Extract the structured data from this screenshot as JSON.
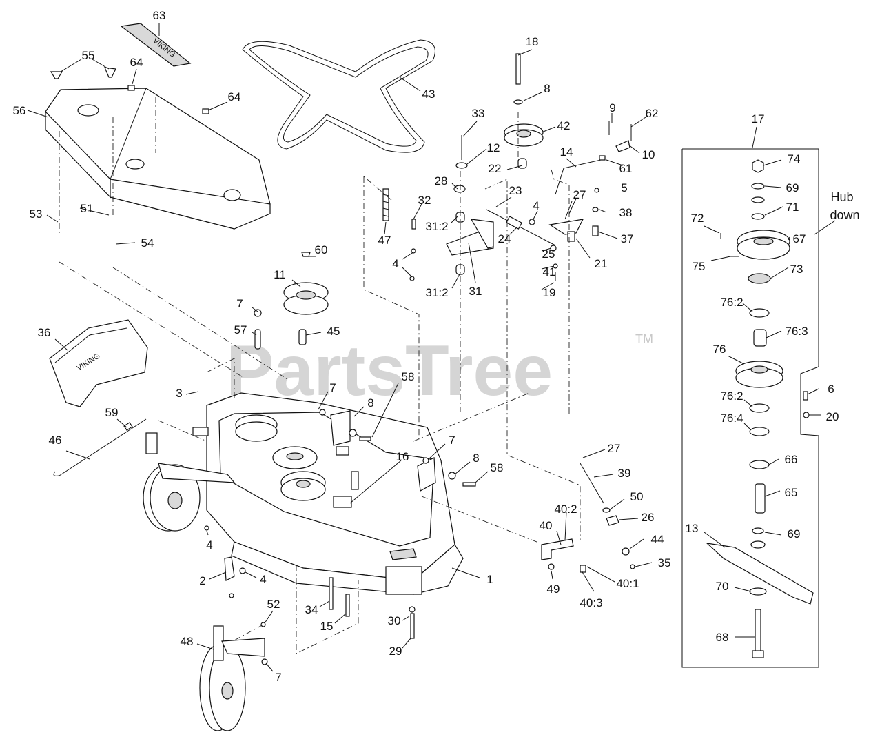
{
  "watermark": {
    "text": "PartsTree",
    "trademark": "TM"
  },
  "hub_note": {
    "line1": "Hub",
    "line2": "down"
  },
  "decals": {
    "logo": "VIKING"
  },
  "callouts": [
    "63",
    "55",
    "64",
    "64",
    "56",
    "43",
    "18",
    "8",
    "33",
    "42",
    "9",
    "62",
    "12",
    "10",
    "22",
    "14",
    "61",
    "28",
    "23",
    "27",
    "5",
    "32",
    "4",
    "38",
    "47",
    "31:2",
    "24",
    "25",
    "37",
    "21",
    "4",
    "41",
    "31:2",
    "31",
    "19",
    "51",
    "53",
    "54",
    "60",
    "11",
    "7",
    "57",
    "45",
    "36",
    "3",
    "7",
    "58",
    "8",
    "59",
    "46",
    "16",
    "7",
    "8",
    "58",
    "27",
    "39",
    "50",
    "40:2",
    "40",
    "26",
    "44",
    "35",
    "4",
    "2",
    "4",
    "1",
    "49",
    "40:3",
    "40:1",
    "34",
    "15",
    "52",
    "30",
    "29",
    "48",
    "7",
    "17",
    "74",
    "69",
    "71",
    "72",
    "67",
    "75",
    "73",
    "76:2",
    "76:3",
    "76",
    "6",
    "20",
    "76:2",
    "76:4",
    "66",
    "65",
    "13",
    "69",
    "70",
    "68"
  ]
}
